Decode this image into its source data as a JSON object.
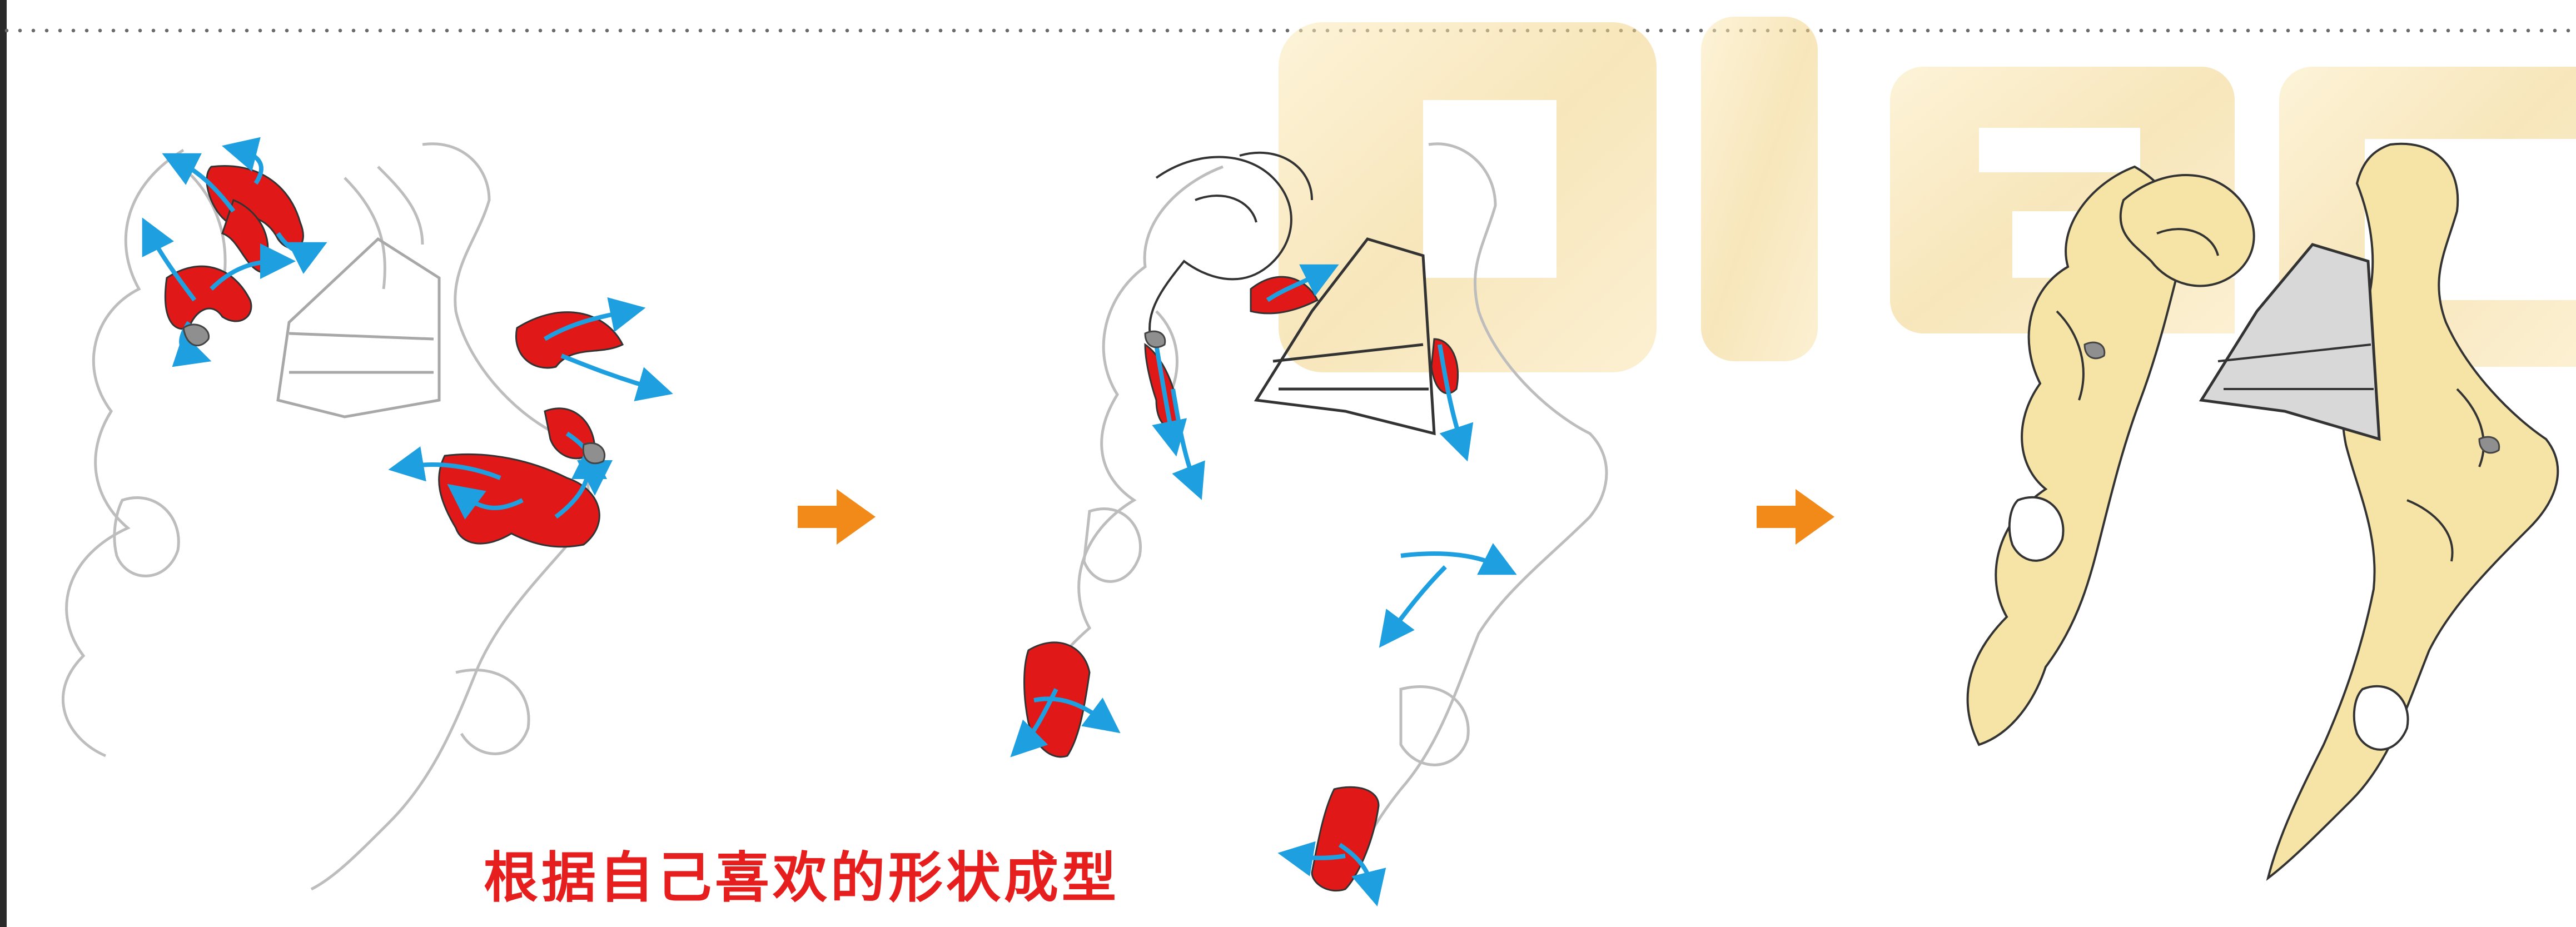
{
  "caption": "根据自己喜欢的形状成型",
  "steps": [
    {
      "name": "step-1-red-guides"
    },
    {
      "name": "step-2-partial"
    },
    {
      "name": "step-3-filled"
    }
  ],
  "colors": {
    "guide_red": "#e01818",
    "arrow_blue": "#1ea0e0",
    "step_arrow_orange": "#f28a1a",
    "fill_cream": "#f5e4a6",
    "outline_gray": "#bdbdbd",
    "watermark_gold": "#eed08a"
  },
  "watermark": "aiec"
}
